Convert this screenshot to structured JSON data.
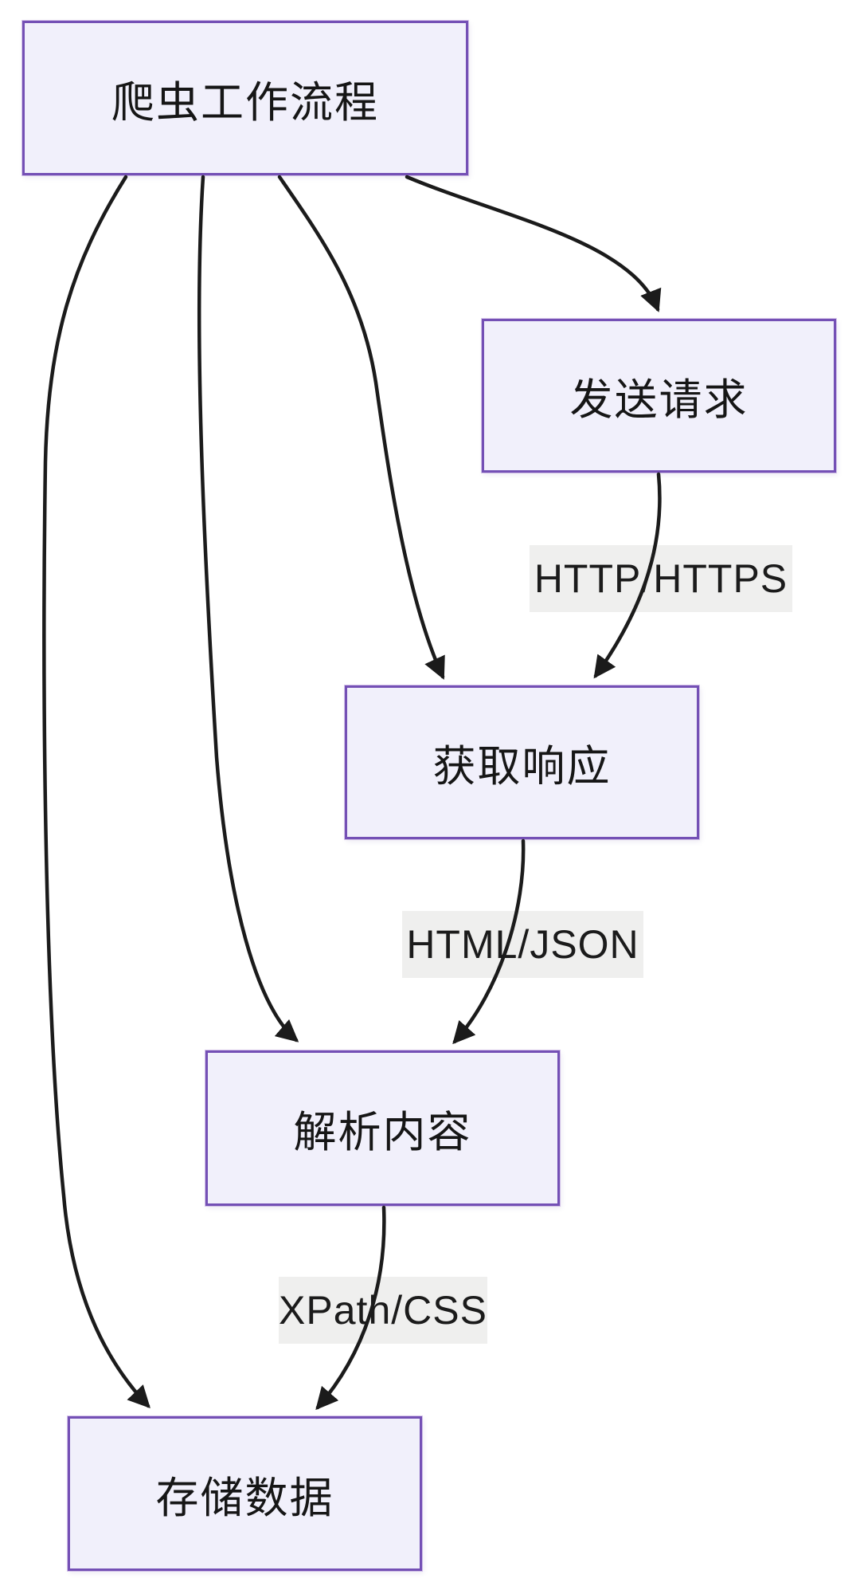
{
  "diagram": {
    "type": "flowchart",
    "direction": "top-down",
    "nodes": [
      {
        "id": "start",
        "label": "爬虫工作流程"
      },
      {
        "id": "send",
        "label": "发送请求"
      },
      {
        "id": "resp",
        "label": "获取响应"
      },
      {
        "id": "parse",
        "label": "解析内容"
      },
      {
        "id": "store",
        "label": "存储数据"
      }
    ],
    "edges": [
      {
        "from": "爬虫工作流程",
        "to": "发送请求",
        "label": ""
      },
      {
        "from": "爬虫工作流程",
        "to": "获取响应",
        "label": ""
      },
      {
        "from": "爬虫工作流程",
        "to": "解析内容",
        "label": ""
      },
      {
        "from": "爬虫工作流程",
        "to": "存储数据",
        "label": ""
      },
      {
        "from": "发送请求",
        "to": "获取响应",
        "label": "HTTP/HTTPS"
      },
      {
        "from": "获取响应",
        "to": "解析内容",
        "label": "HTML/JSON"
      },
      {
        "from": "解析内容",
        "to": "存储数据",
        "label": "XPath/CSS"
      }
    ],
    "colors": {
      "node_fill": "#f1f0fb",
      "node_border": "#7450b5",
      "edge_stroke": "#1b1b1b",
      "edge_label_background": "#efefee",
      "text": "#161616",
      "background": "#ffffff"
    }
  }
}
